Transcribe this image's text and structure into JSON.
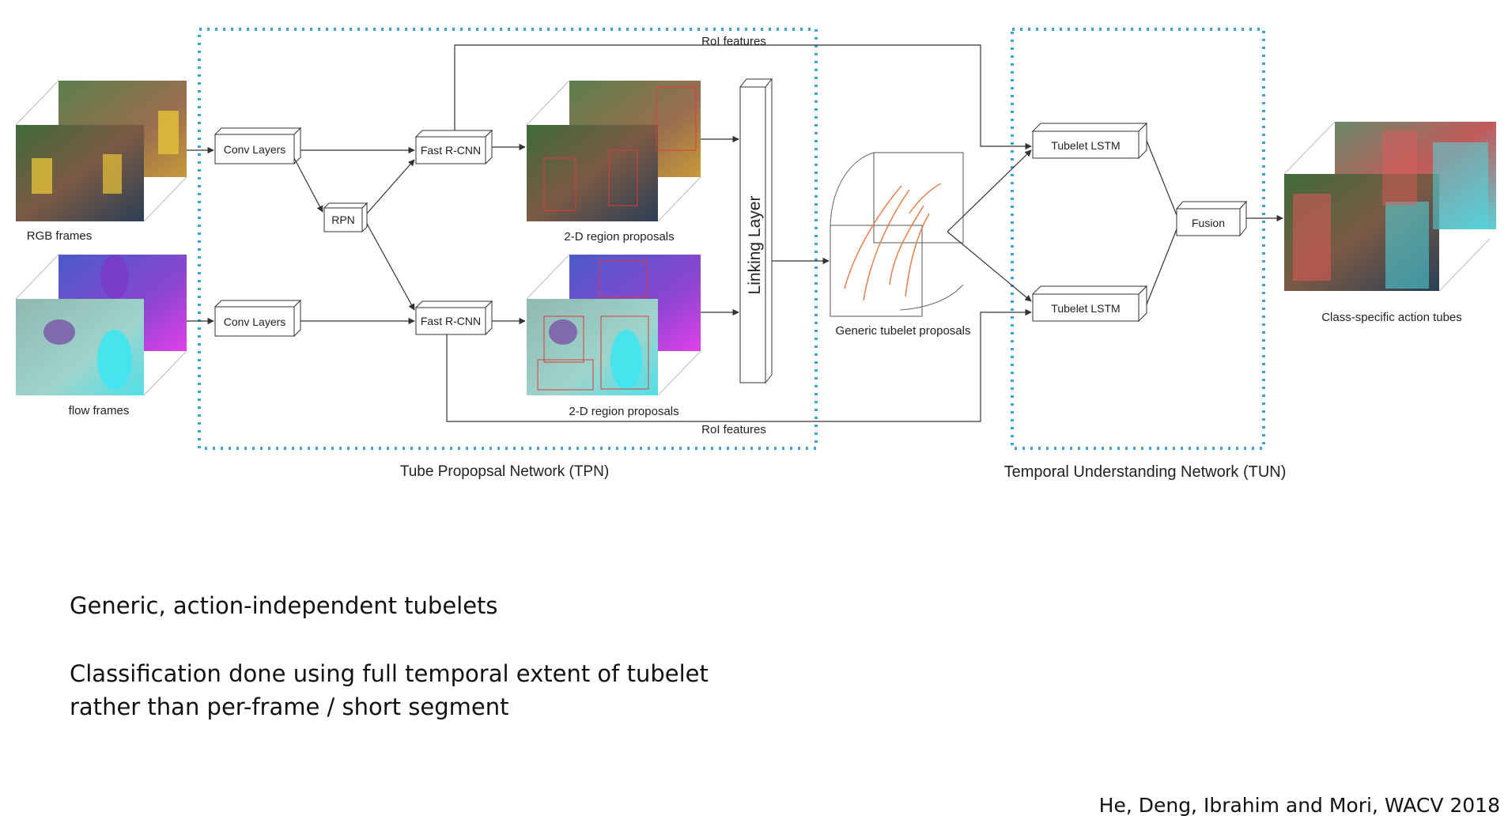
{
  "diagram": {
    "tpn_label": "Tube Propopsal Network (TPN)",
    "tun_label": "Temporal Understanding Network (TUN)",
    "rgb_frames_label": "RGB frames",
    "flow_frames_label": "flow frames",
    "conv_layers_rgb": "Conv Layers",
    "conv_layers_flow": "Conv Layers",
    "rpn": "RPN",
    "fast_rcnn_rgb": "Fast R-CNN",
    "fast_rcnn_flow": "Fast R-CNN",
    "region_proposals_rgb": "2-D region proposals",
    "region_proposals_flow": "2-D region proposals",
    "linking_layer": "Linking Layer",
    "generic_tubelet_proposals": "Generic tubelet proposals",
    "roi_features_top": "RoI features",
    "roi_features_bottom": "RoI features",
    "tubelet_lstm_top": "Tubelet LSTM",
    "tubelet_lstm_bottom": "Tubelet LSTM",
    "fusion": "Fusion",
    "class_specific_tubes": "Class-specific action tubes",
    "colors": {
      "dashed_border": "#3aa6d8",
      "tubelet_curves": "#e8804a",
      "red_boxes": "#e03a3a"
    }
  },
  "bullets": [
    "Generic, action-independent tubelets",
    "Classification done using full temporal extent of tubelet",
    "rather than per-frame / short segment"
  ],
  "citation": "He, Deng, Ibrahim and Mori, WACV 2018"
}
